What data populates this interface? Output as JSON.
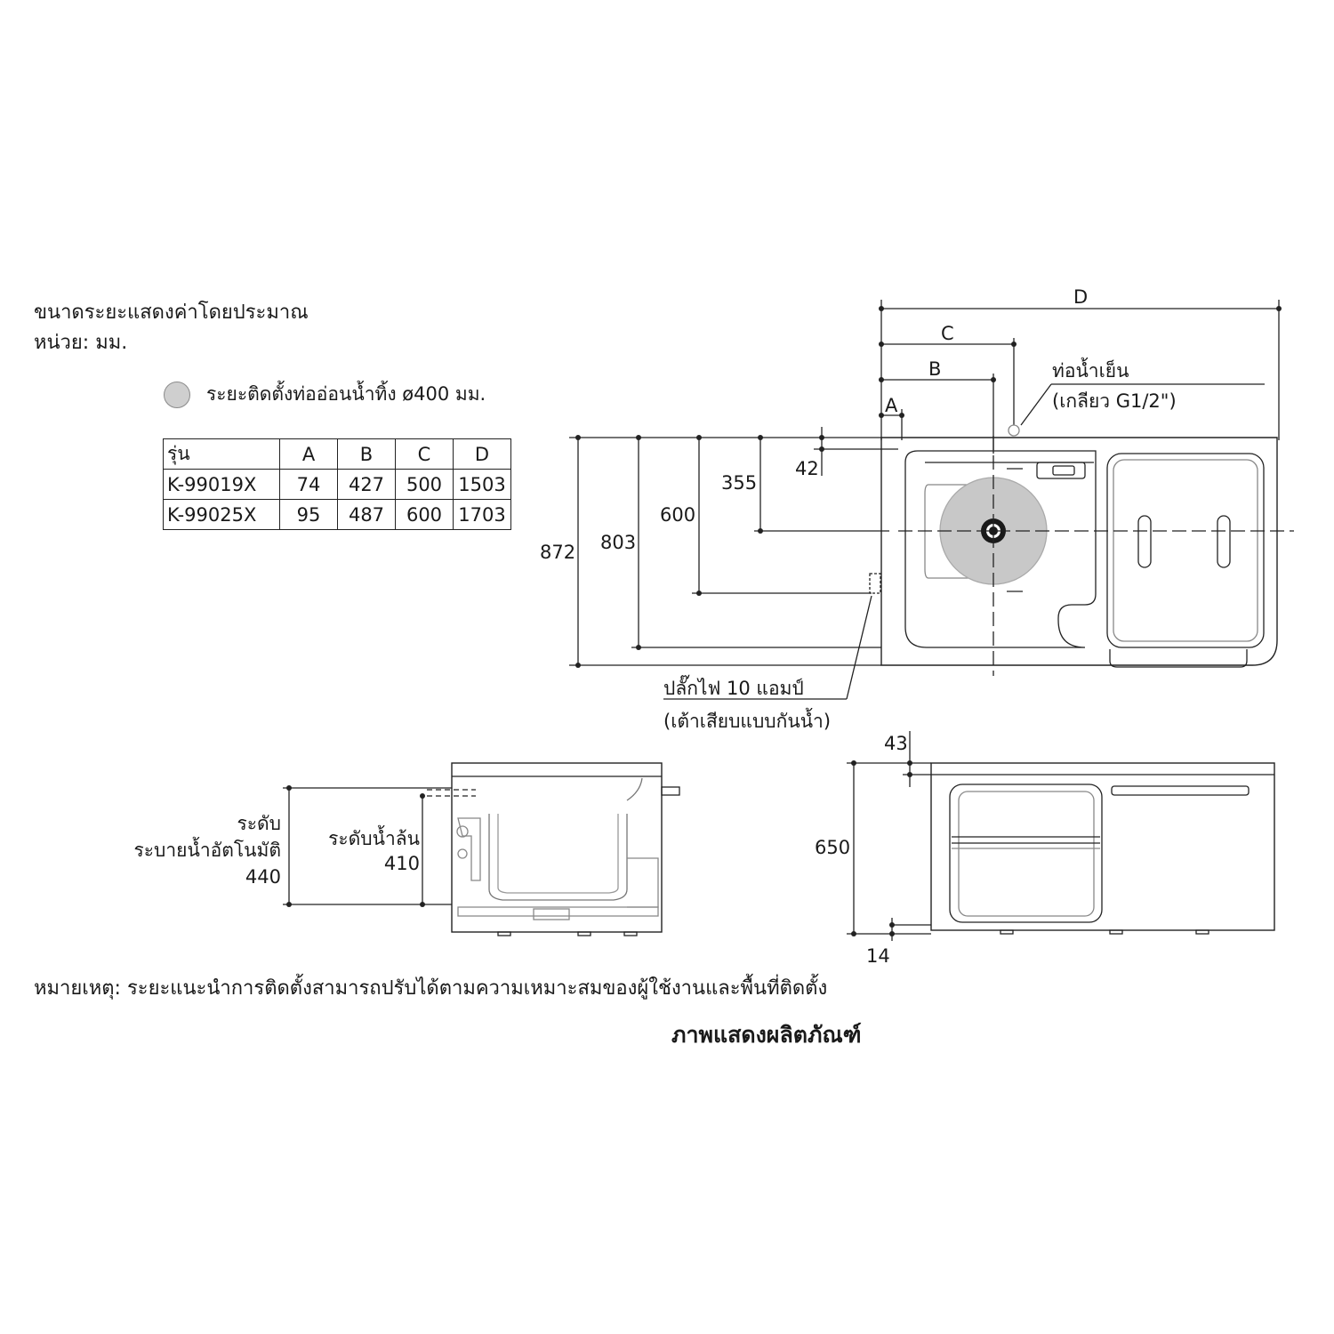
{
  "notes": {
    "title": "ขนาดระยะแสดงค่าโดยประมาณ",
    "unit": "หน่วย: มม.",
    "legend": "ระยะติดตั้งท่ออ่อนน้ำทิ้ง ø400 มม."
  },
  "spec_table": {
    "headers": [
      "รุ่น",
      "A",
      "B",
      "C",
      "D"
    ],
    "rows": [
      [
        "K-99019X",
        "74",
        "427",
        "500",
        "1503"
      ],
      [
        "K-99025X",
        "95",
        "487",
        "600",
        "1703"
      ]
    ]
  },
  "plan_view": {
    "labels": {
      "A": "A",
      "B": "B",
      "C": "C",
      "D": "D"
    },
    "cold_water_label": "ท่อน้ำเย็น",
    "cold_water_sub": "(เกลียว G1/2\")",
    "dim_42": "42",
    "dim_355": "355",
    "dim_600": "600",
    "dim_803": "803",
    "dim_872": "872",
    "plug_label": "ปลั๊กไฟ 10 แอมป์",
    "plug_sub": "(เต้าเสียบแบบกันน้ำ)"
  },
  "side_view": {
    "auto_drain_line1": "ระดับ",
    "auto_drain_line2": "ระบายน้ำอัตโนมัติ",
    "auto_drain_value": "440",
    "overflow_label": "ระดับน้ำล้น",
    "overflow_value": "410"
  },
  "front_view": {
    "dim_43": "43",
    "dim_650": "650",
    "dim_14": "14"
  },
  "footer": {
    "note": "หมายเหตุ: ระยะแนะนำการติดตั้งสามารถปรับได้ตามความเหมาะสมของผู้ใช้งานและพื้นที่ติดตั้ง",
    "caption": "ภาพแสดงผลิตภัณฑ์"
  },
  "colors": {
    "line": "#222222",
    "legend_fill": "#cfcfcf",
    "drain_fill": "#c8c8c8"
  }
}
